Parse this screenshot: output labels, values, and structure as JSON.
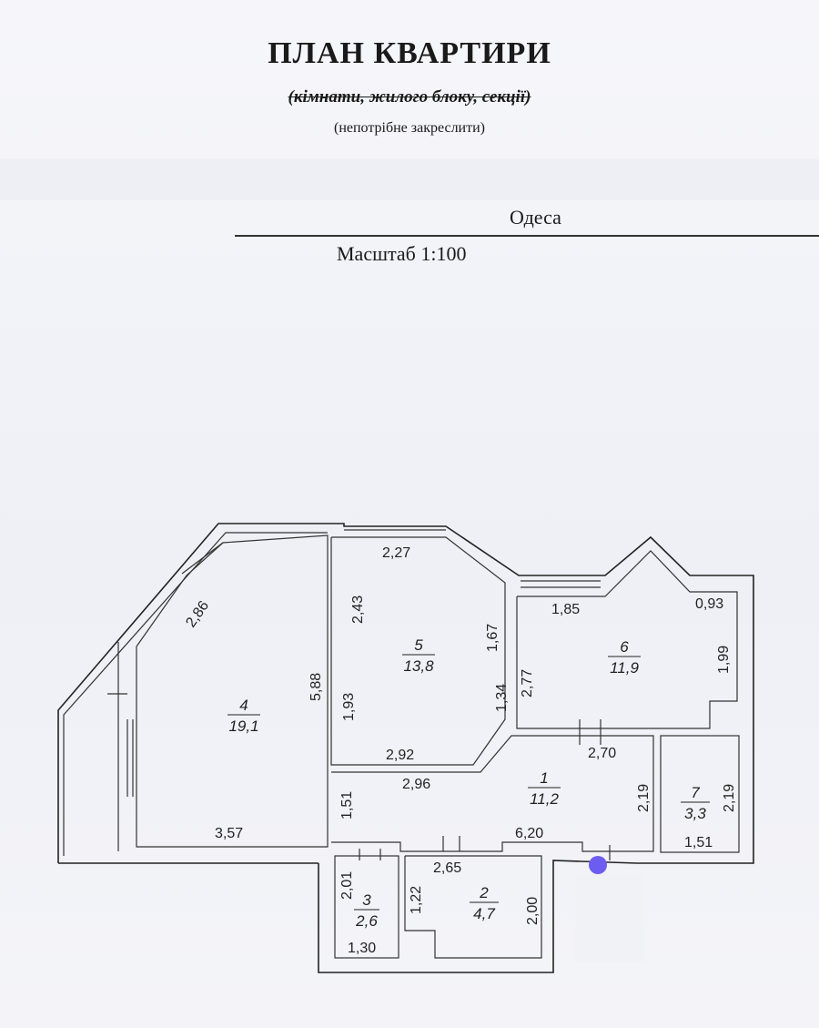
{
  "header": {
    "title": "ПЛАН КВАРТИРИ",
    "subtitle": "(кімнати, жилого блоку, секції)",
    "note": "(непотрібне закреслити)",
    "city": "Одеса",
    "scale": "Масштаб 1:100"
  },
  "rooms": [
    {
      "number": "1",
      "area": "11,2"
    },
    {
      "number": "2",
      "area": "4,7"
    },
    {
      "number": "3",
      "area": "2,6"
    },
    {
      "number": "4",
      "area": "19,1"
    },
    {
      "number": "5",
      "area": "13,8"
    },
    {
      "number": "6",
      "area": "11,9"
    },
    {
      "number": "7",
      "area": "3,3"
    }
  ],
  "dimensions": {
    "d_2_86": "2,86",
    "d_5_88": "5,88",
    "d_3_57": "3,57",
    "d_2_27": "2,27",
    "d_2_43": "2,43",
    "d_1_67": "1,67",
    "d_1_93": "1,93",
    "d_1_34": "1,34",
    "d_2_92": "2,92",
    "d_2_96": "2,96",
    "d_1_51_a": "1,51",
    "d_1_85": "1,85",
    "d_0_93": "0,93",
    "d_2_77": "2,77",
    "d_1_99": "1,99",
    "d_2_70": "2,70",
    "d_2_19_a": "2,19",
    "d_2_19_b": "2,19",
    "d_1_51_b": "1,51",
    "d_6_20": "6,20",
    "d_2_65": "2,65",
    "d_1_22": "1,22",
    "d_2_00": "2,00",
    "d_2_01": "2,01",
    "d_1_30": "1,30"
  },
  "colors": {
    "line": "#222222",
    "marker": "#6d5cf0"
  }
}
